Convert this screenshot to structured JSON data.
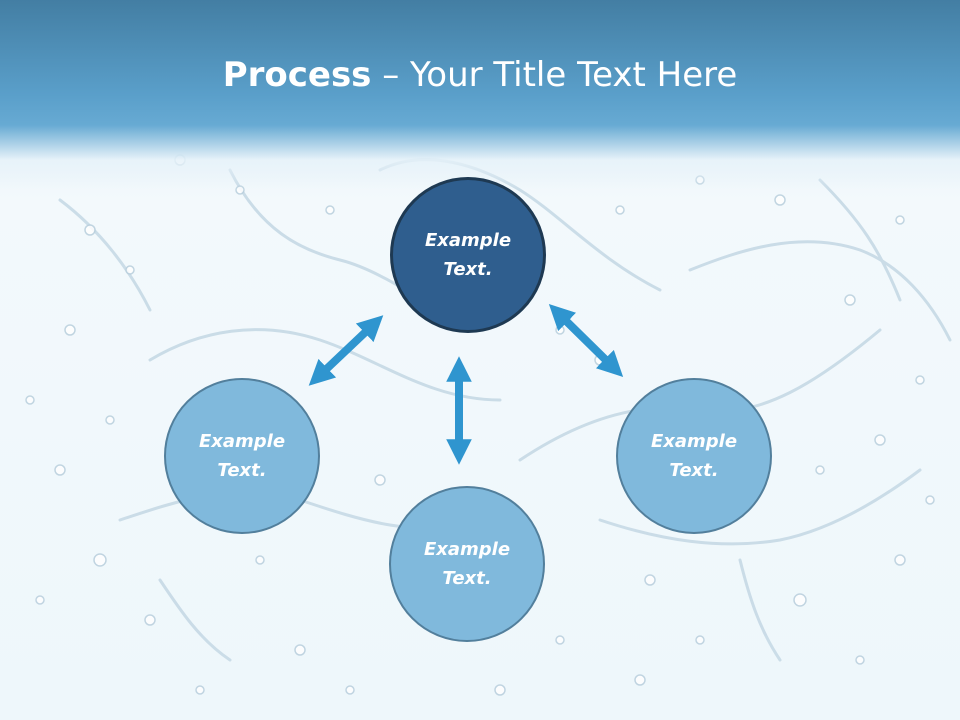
{
  "slide": {
    "title_bold": "Process",
    "title_rest": " – Your Title Text Here"
  },
  "nodes": {
    "top": {
      "line1": "Example",
      "line2": "Text."
    },
    "left": {
      "line1": "Example",
      "line2": "Text."
    },
    "bottom": {
      "line1": "Example",
      "line2": "Text."
    },
    "right": {
      "line1": "Example",
      "line2": "Text."
    }
  },
  "colors": {
    "header": "#5a9fca",
    "node_light": "#80b9dc",
    "node_dark": "#2f5e8e",
    "arrow": "#2f95cf"
  }
}
